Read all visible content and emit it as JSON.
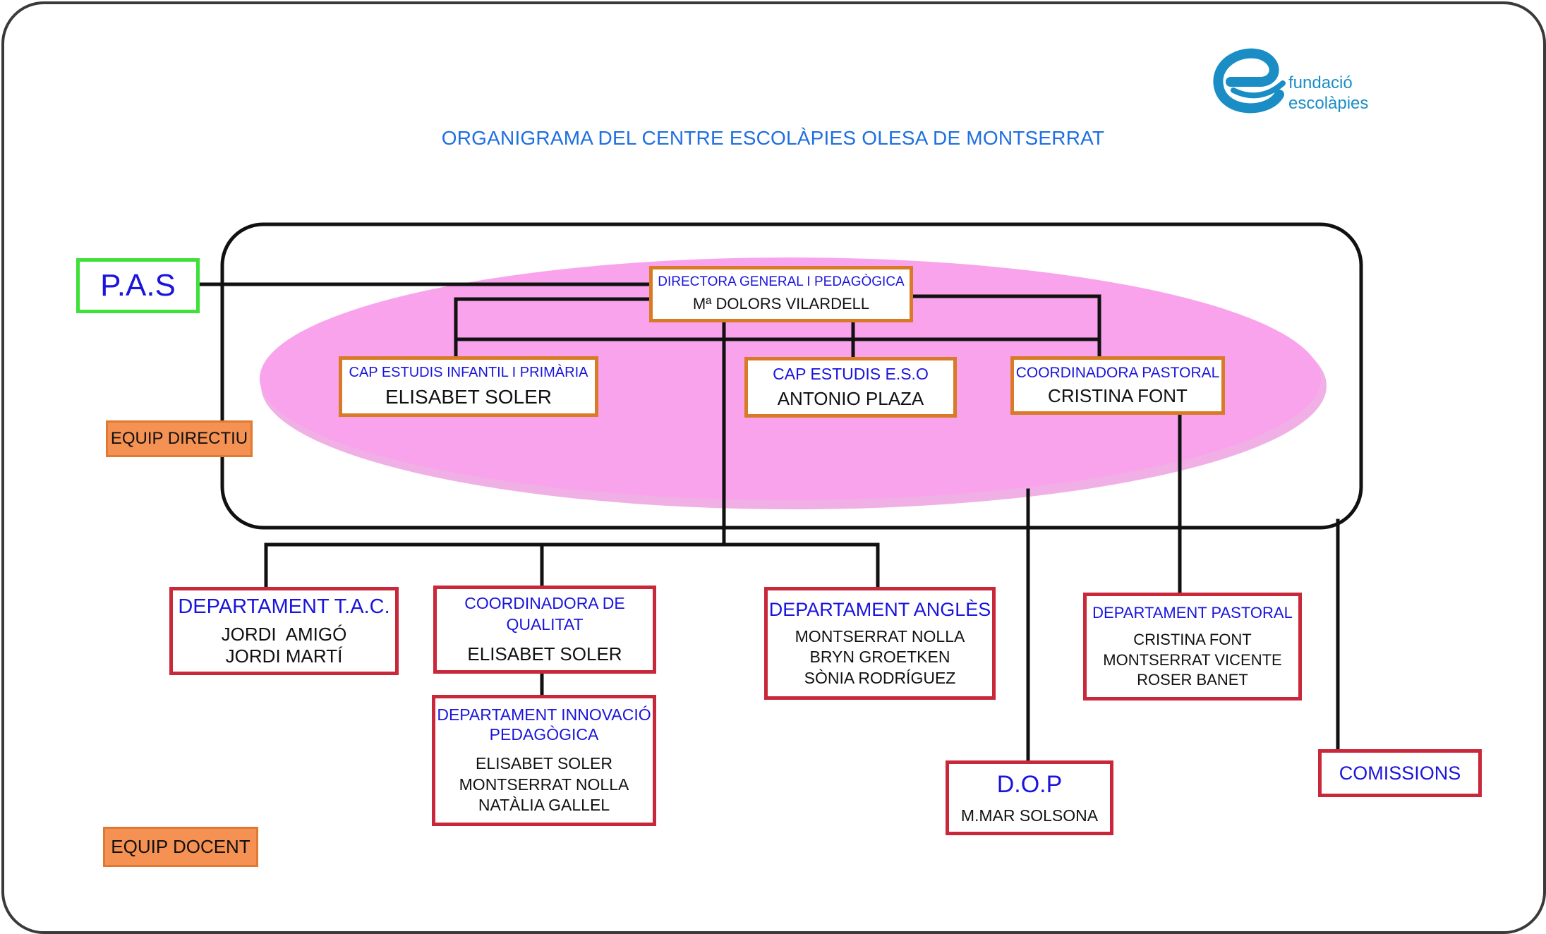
{
  "title": "ORGANIGRAMA DEL CENTRE ESCOLÀPIES OLESA DE MONTSERRAT",
  "logo": {
    "line1": "fundació",
    "line2": "escolàpies",
    "color": "#1a8ec4"
  },
  "colors": {
    "management_border": "#d97b26",
    "department_border": "#c8283a",
    "pas_border": "#3fe03a",
    "ellipse_fill": "#f9a3ec",
    "tag_fill": "#f59152",
    "blue_text": "#1a14dc"
  },
  "pas": {
    "label": "P.A.S"
  },
  "tags": {
    "equip_directiu": "EQUIP DIRECTIU",
    "equip_docent": "EQUIP DOCENT"
  },
  "director": {
    "role": "DIRECTORA GENERAL I PEDAGÒGICA",
    "name": "Mª DOLORS VILARDELL"
  },
  "cap_infantil": {
    "role": "CAP ESTUDIS INFANTIL I PRIMÀRIA",
    "name": "ELISABET SOLER"
  },
  "cap_eso": {
    "role": "CAP ESTUDIS E.S.O",
    "name": "ANTONIO PLAZA"
  },
  "coord_pastoral": {
    "role": "COORDINADORA PASTORAL",
    "name": "CRISTINA FONT"
  },
  "dept_tac": {
    "role": "DEPARTAMENT T.A.C.",
    "members": [
      "JORDI  AMIGÓ",
      "JORDI MARTÍ"
    ]
  },
  "coord_qualitat": {
    "role_line1": "COORDINADORA DE",
    "role_line2": "QUALITAT",
    "name": "ELISABET SOLER"
  },
  "dept_innovacio": {
    "role_line1": "DEPARTAMENT INNOVACIÓ",
    "role_line2": "PEDAGÒGICA",
    "members": [
      "ELISABET SOLER",
      "MONTSERRAT NOLLA",
      "NATÀLIA GALLEL"
    ]
  },
  "dept_angles": {
    "role": "DEPARTAMENT ANGLÈS",
    "members": [
      "MONTSERRAT NOLLA",
      "BRYN GROETKEN",
      "SÒNIA RODRÍGUEZ"
    ]
  },
  "dept_pastoral": {
    "role": "DEPARTAMENT PASTORAL",
    "members": [
      "CRISTINA FONT",
      "MONTSERRAT VICENTE",
      "ROSER BANET"
    ]
  },
  "dop": {
    "role": "D.O.P",
    "name": "M.MAR SOLSONA"
  },
  "comissions": {
    "label": "COMISSIONS"
  }
}
